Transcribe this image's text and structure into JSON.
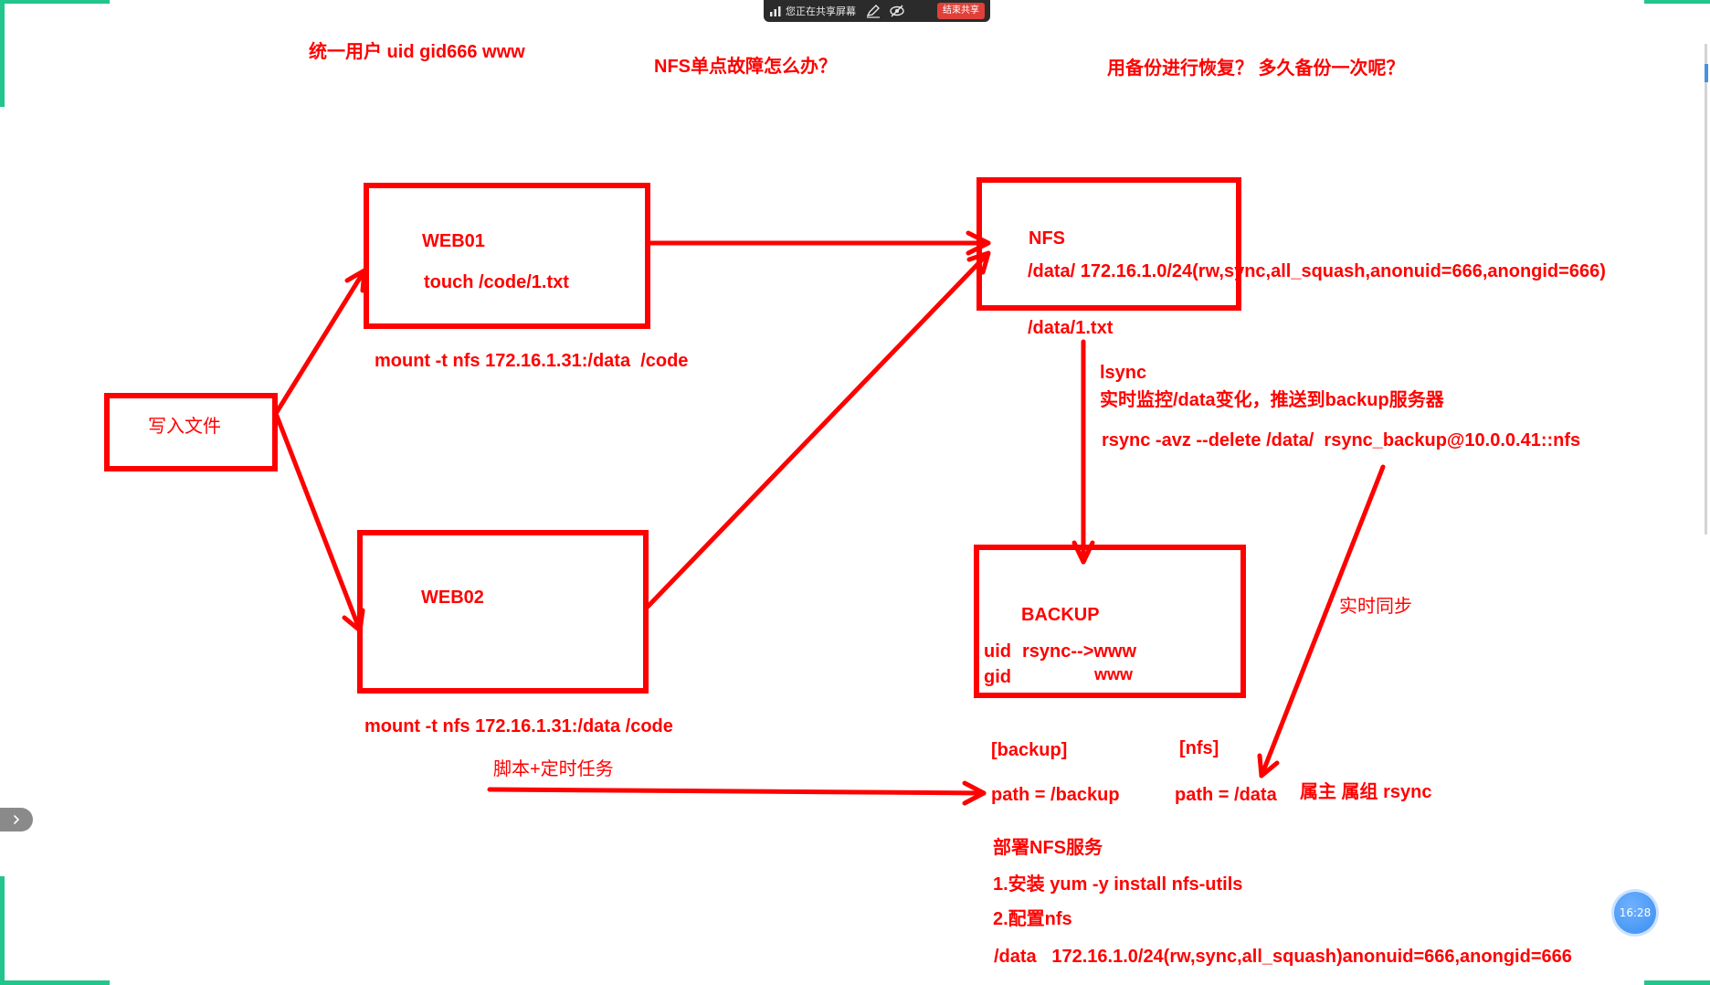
{
  "share_bar": {
    "status": "您正在共享屏幕",
    "end_label": "结束共享",
    "icons": [
      "signal-icon",
      "annotate-icon",
      "hide-icon"
    ]
  },
  "notes": {
    "unified_user": "统一用户 uid gid666 www",
    "nfs_question": "NFS单点故障怎么办？",
    "backup_question": "用备份进行恢复？ 多久备份一次呢？"
  },
  "nodes": {
    "write": {
      "label": "写入文件"
    },
    "web01": {
      "name": "WEB01",
      "command": "touch /code/1.txt",
      "mount": "mount -t nfs 172.16.1.31:/data  /code"
    },
    "web02": {
      "name": "WEB02",
      "mount": "mount -t nfs 172.16.1.31:/data /code"
    },
    "nfs": {
      "name": "NFS",
      "export": "/data/ 172.16.1.0/24(rw,sync,all_squash,anonuid=666,anongid=666)",
      "file": "/data/1.txt"
    },
    "backup": {
      "name": "BACKUP",
      "uid_label": "uid",
      "uid_value": "rsync-->www",
      "gid_label": "gid",
      "gid_value": "www"
    }
  },
  "lsync": {
    "title": "lsync",
    "desc": "实时监控/data变化，推送到backup服务器",
    "command": "rsync -avz --delete /data/  rsync_backup@10.0.0.41::nfs"
  },
  "realtime_sync": "实时同步",
  "cron": "脚本+定时任务",
  "rsync_conf": {
    "backup_section": "[backup]",
    "backup_path": "path = /backup",
    "nfs_section": "[nfs]",
    "nfs_path": "path = /data",
    "owner_note": "属主 属组 rsync"
  },
  "deploy": {
    "title": "部署NFS服务",
    "step1": "1.安装 yum -y install nfs-utils",
    "step2": "2.配置nfs",
    "export_line": "/data   172.16.1.0/24(rw,sync,all_squash)anonuid=666,anongid=666"
  },
  "clock": "16:28",
  "colors": {
    "ink": "#ff0000",
    "corner": "#22c58b",
    "bar": "#2b2b2b",
    "end_button": "#e0403a",
    "clock": "#3a8ef0"
  }
}
